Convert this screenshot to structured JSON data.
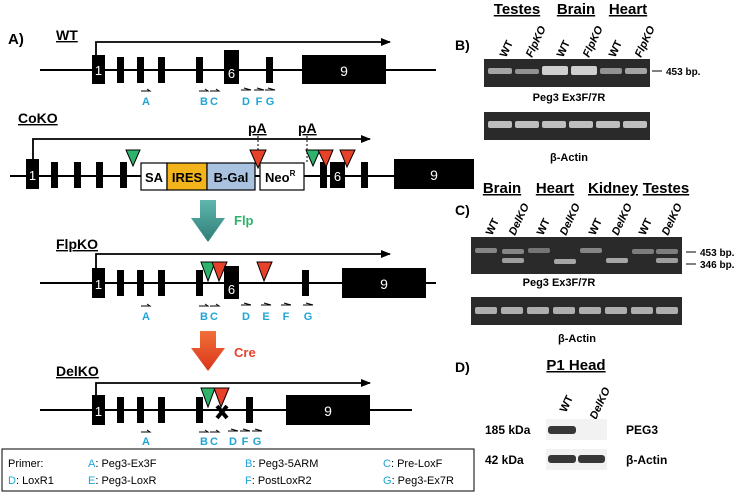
{
  "panels": {
    "a": "A)",
    "b": "B)",
    "c": "C)",
    "d": "D)"
  },
  "alleles": {
    "wt": "WT",
    "coko": "CoKO",
    "flpko": "FlpKO",
    "delko": "DelKO"
  },
  "exons": {
    "e1": "1",
    "e6": "6",
    "e9": "9"
  },
  "cassette": {
    "sa": "SA",
    "ires": "IRES",
    "bgal": "B-Gal",
    "neo": "Neo",
    "neo_sup": "R",
    "pa": "pA"
  },
  "arrows": {
    "flp": "Flp",
    "cre": "Cre"
  },
  "primer_marks": {
    "A": "A",
    "B": "B",
    "C": "C",
    "D": "D",
    "E": "E",
    "F": "F",
    "G": "G"
  },
  "legend": {
    "title": "Primer:",
    "items": [
      {
        "key": "A",
        "text": ": Peg3-Ex3F"
      },
      {
        "key": "B",
        "text": ": Peg3-5ARM"
      },
      {
        "key": "C",
        "text": ": Pre-LoxF"
      },
      {
        "key": "D",
        "text": ": LoxR1"
      },
      {
        "key": "E",
        "text": ": Peg3-LoxR"
      },
      {
        "key": "F",
        "text": ": PostLoxR2"
      },
      {
        "key": "G",
        "text": ": Peg3-Ex7R"
      }
    ]
  },
  "gel_b": {
    "tissues": [
      "Testes",
      "Brain",
      "Heart"
    ],
    "lanes": [
      "WT",
      "FlpKO",
      "WT",
      "FlpKO",
      "WT",
      "FlpKO"
    ],
    "size": "453 bp.",
    "caption1": "Peg3 Ex3F/7R",
    "caption2": "β-Actin"
  },
  "gel_c": {
    "tissues": [
      "Brain",
      "Heart",
      "Kidney",
      "Testes"
    ],
    "lanes": [
      "WT",
      "DelKO",
      "WT",
      "DelKO",
      "WT",
      "DelKO",
      "WT",
      "DelKO"
    ],
    "sizes": [
      "453 bp.",
      "346 bp."
    ],
    "caption1": "Peg3 Ex3F/7R",
    "caption2": "β-Actin"
  },
  "blot_d": {
    "title": "P1 Head",
    "lanes": [
      "WT",
      "DelKO"
    ],
    "kda": [
      "185 kDa",
      "42 kDa"
    ],
    "proteins": [
      "PEG3",
      "β-Actin"
    ]
  },
  "colors": {
    "cyan": "#1fa5d6",
    "green": "#2db36b",
    "red": "#e8412a",
    "ires": "#f2b31b",
    "bgal": "#a9c2e0",
    "flp_arrow": "#3a8f86",
    "cre_arrow": "#e0451f"
  }
}
